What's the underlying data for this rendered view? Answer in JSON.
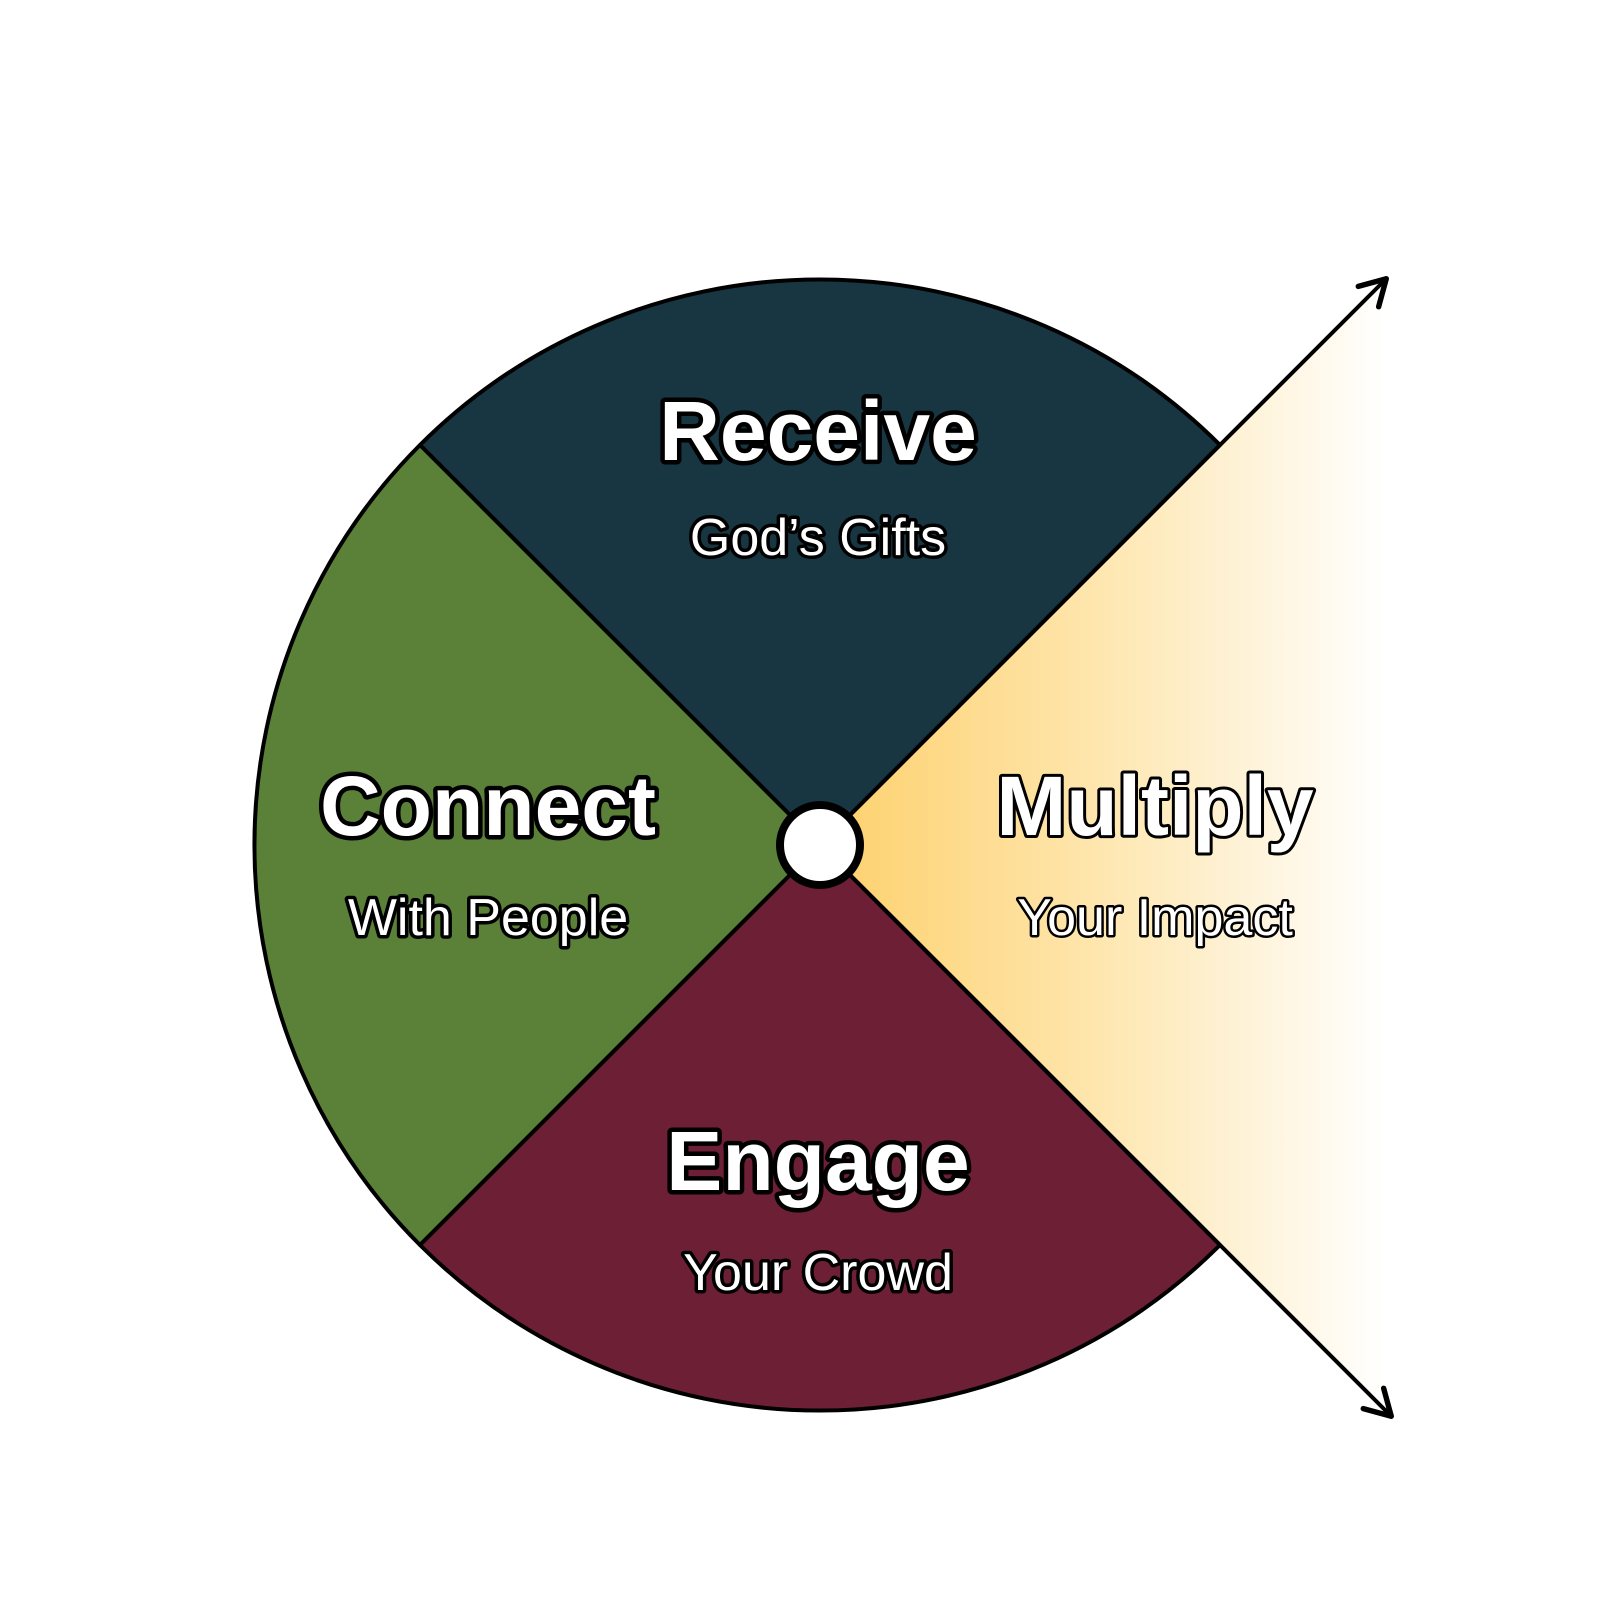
{
  "segments": [
    {
      "key": "receive",
      "title": "Receive",
      "subtitle": "God’s Gifts",
      "color": "#183642"
    },
    {
      "key": "connect",
      "title": "Connect",
      "subtitle": "With People",
      "color": "#5b8139"
    },
    {
      "key": "engage",
      "title": "Engage",
      "subtitle": "Your Crowd",
      "color": "#6d2035"
    },
    {
      "key": "multiply",
      "title": "Multiply",
      "subtitle": "Your Impact",
      "color": "#fdd06b"
    }
  ],
  "colors": {
    "outline": "#000000",
    "hub": "#ffffff",
    "multiply_gradient_start": "#fdd06b",
    "multiply_gradient_end": "#ffffff"
  },
  "icons": {
    "arrows": "diverging-arrow-icon"
  }
}
